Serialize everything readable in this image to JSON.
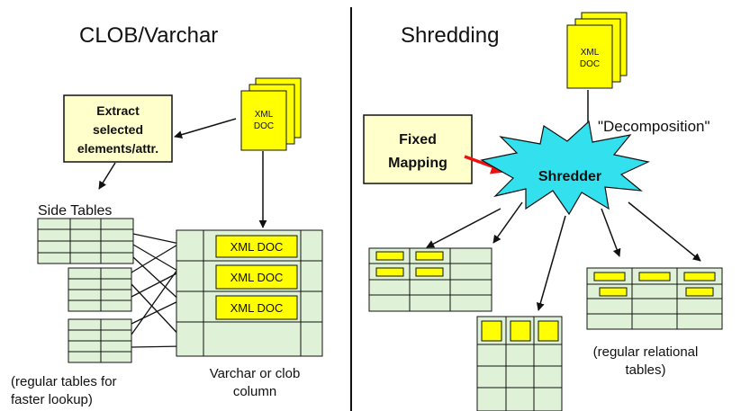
{
  "left": {
    "title": "CLOB/Varchar",
    "xml_doc": [
      "XML",
      "DOC"
    ],
    "extract": [
      "Extract",
      "selected",
      "elements/attr."
    ],
    "side_tables_label": "Side Tables",
    "xml_cells": [
      "XML DOC",
      "XML DOC",
      "XML DOC"
    ],
    "note": [
      "(regular tables for",
      "faster lookup)"
    ],
    "column_label": [
      "Varchar or clob",
      "column"
    ]
  },
  "right": {
    "title": "Shredding",
    "xml_doc": [
      "XML",
      "DOC"
    ],
    "decomposition": "\"Decomposition\"",
    "fixed_mapping": [
      "Fixed",
      "Mapping"
    ],
    "shredder": "Shredder",
    "note": [
      "(regular relational",
      "tables)"
    ]
  },
  "colors": {
    "doc_yellow": "#ffff00",
    "box_cream": "#ffffcc",
    "grid_green": "#dff2d8",
    "star_cyan": "#33e0ee",
    "arrow_red": "#ee1111"
  }
}
